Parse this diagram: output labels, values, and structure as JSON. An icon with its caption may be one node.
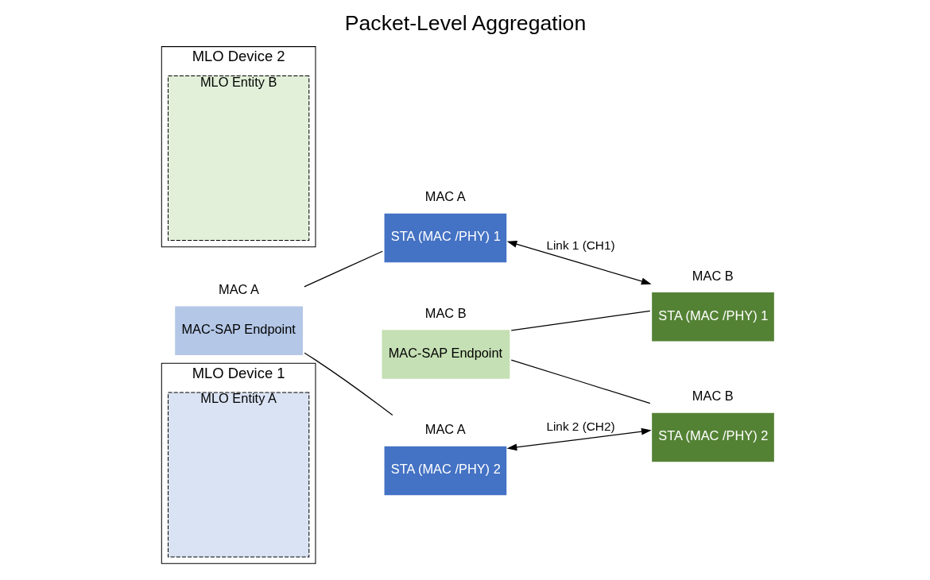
{
  "diagram": {
    "title": "Packet-Level Aggregation",
    "nodes": [
      {
        "text": [
          "MLO Device 1"
        ]
      },
      {
        "text": [
          "MLO Entity A"
        ],
        "in": 0
      },
      {
        "text": [
          "MAC-SAP Endpoint"
        ],
        "beside": [
          "MAC A"
        ]
      },
      {
        "text": [
          "STA (MAC /PHY) 1"
        ],
        "beside": [
          "MAC A"
        ]
      },
      {
        "text": [
          "STA (MAC /PHY) 2"
        ],
        "beside": [
          "MAC A"
        ]
      },
      {
        "text": [
          "MLO Device 2"
        ]
      },
      {
        "text": [
          "MLO Entity B"
        ],
        "in": 5
      },
      {
        "text": [
          "STA (MAC /PHY) 1"
        ],
        "beside": [
          "MAC B"
        ]
      },
      {
        "text": [
          "STA (MAC /PHY) 2"
        ],
        "beside": [
          "MAC B"
        ]
      },
      {
        "text": [
          "MAC-SAP Endpoint"
        ],
        "beside": [
          "MAC B"
        ]
      }
    ],
    "edges": [
      {
        "from": 2,
        "to": 3,
        "arrow": "none"
      },
      {
        "from": 2,
        "to": 4,
        "arrow": "none"
      },
      {
        "from": 3,
        "to": 7,
        "arrow": "both",
        "label": "Link 1 (CH1)"
      },
      {
        "from": 4,
        "to": 8,
        "arrow": "both",
        "label": "Link 2 (CH2)"
      },
      {
        "from": 9,
        "to": 7,
        "arrow": "none"
      },
      {
        "from": 9,
        "to": 8,
        "arrow": "none"
      }
    ]
  }
}
